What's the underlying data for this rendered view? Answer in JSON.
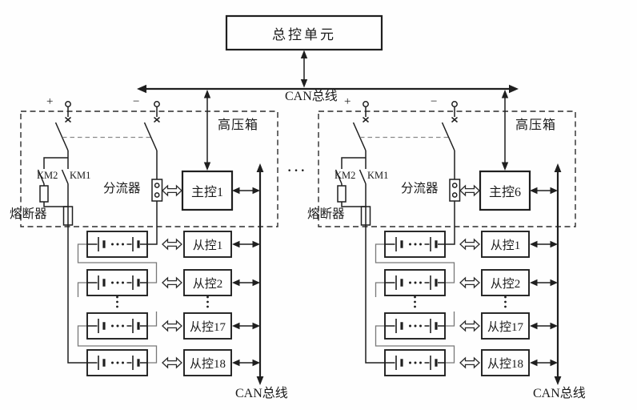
{
  "master_unit": {
    "label": "总控单元"
  },
  "can_bus": {
    "top_label": "CAN总线"
  },
  "separator": "···",
  "symbols": {
    "data_link_open": "⇔",
    "data_link_filled": "↔",
    "vertical_ellipsis": "⋮"
  },
  "cabinets": [
    {
      "name": "高压箱",
      "plus_terminal": "+",
      "minus_terminal": "−",
      "contactor_km2": "KM2",
      "contactor_km1": "KM1",
      "shunt_label": "分流器",
      "fuse_label": "熔断器",
      "master_label": "主控1",
      "slave_labels": [
        "从控1",
        "从控2",
        "从控17",
        "从控18"
      ],
      "internal_bus_label": "CAN总线"
    },
    {
      "name": "高压箱",
      "plus_terminal": "+",
      "minus_terminal": "−",
      "contactor_km2": "KM2",
      "contactor_km1": "KM1",
      "shunt_label": "分流器",
      "fuse_label": "熔断器",
      "master_label": "主控6",
      "slave_labels": [
        "从控1",
        "从控2",
        "从控17",
        "从控18"
      ],
      "internal_bus_label": "CAN总线"
    }
  ]
}
